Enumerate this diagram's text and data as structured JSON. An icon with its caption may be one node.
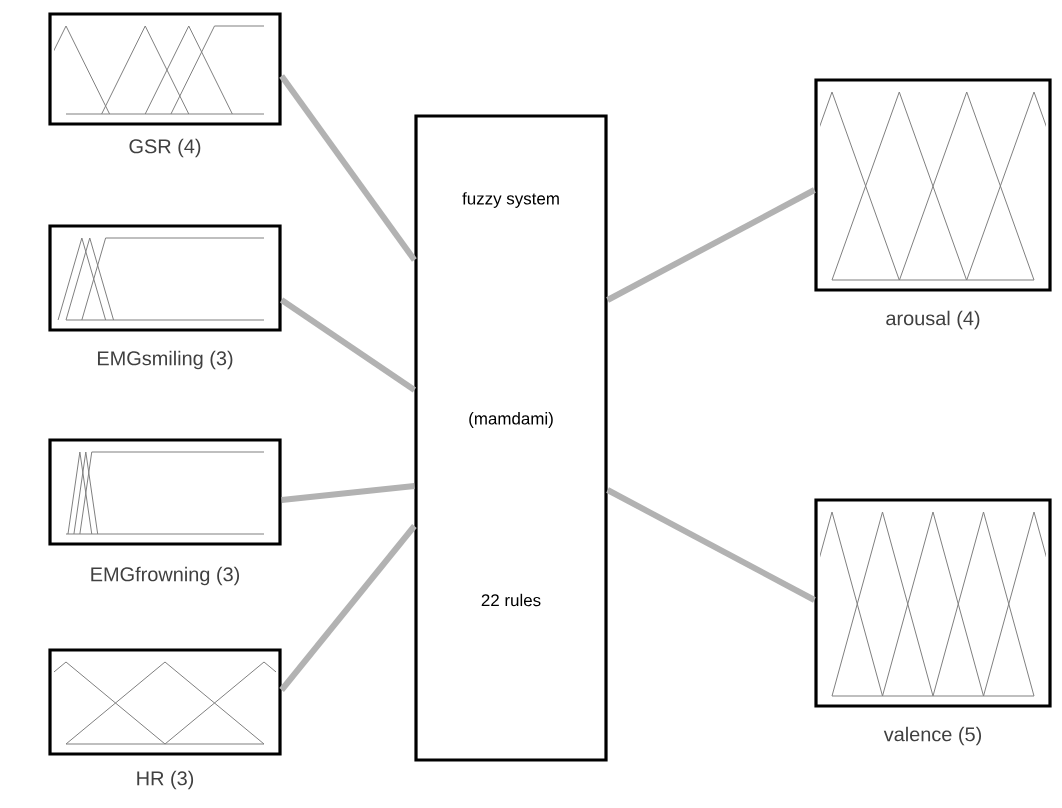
{
  "diagram": {
    "nodes": [
      {
        "text": [
          "GSR (4)"
        ]
      },
      {
        "text": [
          "EMGsmiling (3)"
        ]
      },
      {
        "text": [
          "EMGfrowning (3)"
        ]
      },
      {
        "text": [
          "HR (3)"
        ]
      },
      {
        "text": [
          "fuzzy system",
          "(mamdami)",
          "22 rules"
        ]
      },
      {
        "text": [
          "arousal (4)"
        ]
      },
      {
        "text": [
          "valence (5)"
        ]
      }
    ],
    "edges": [
      {
        "from": 0,
        "to": 4,
        "arrow": "none"
      },
      {
        "from": 1,
        "to": 4,
        "arrow": "none"
      },
      {
        "from": 2,
        "to": 4,
        "arrow": "none"
      },
      {
        "from": 3,
        "to": 4,
        "arrow": "none"
      },
      {
        "from": 4,
        "to": 5,
        "arrow": "none"
      },
      {
        "from": 4,
        "to": 6,
        "arrow": "none"
      }
    ]
  }
}
